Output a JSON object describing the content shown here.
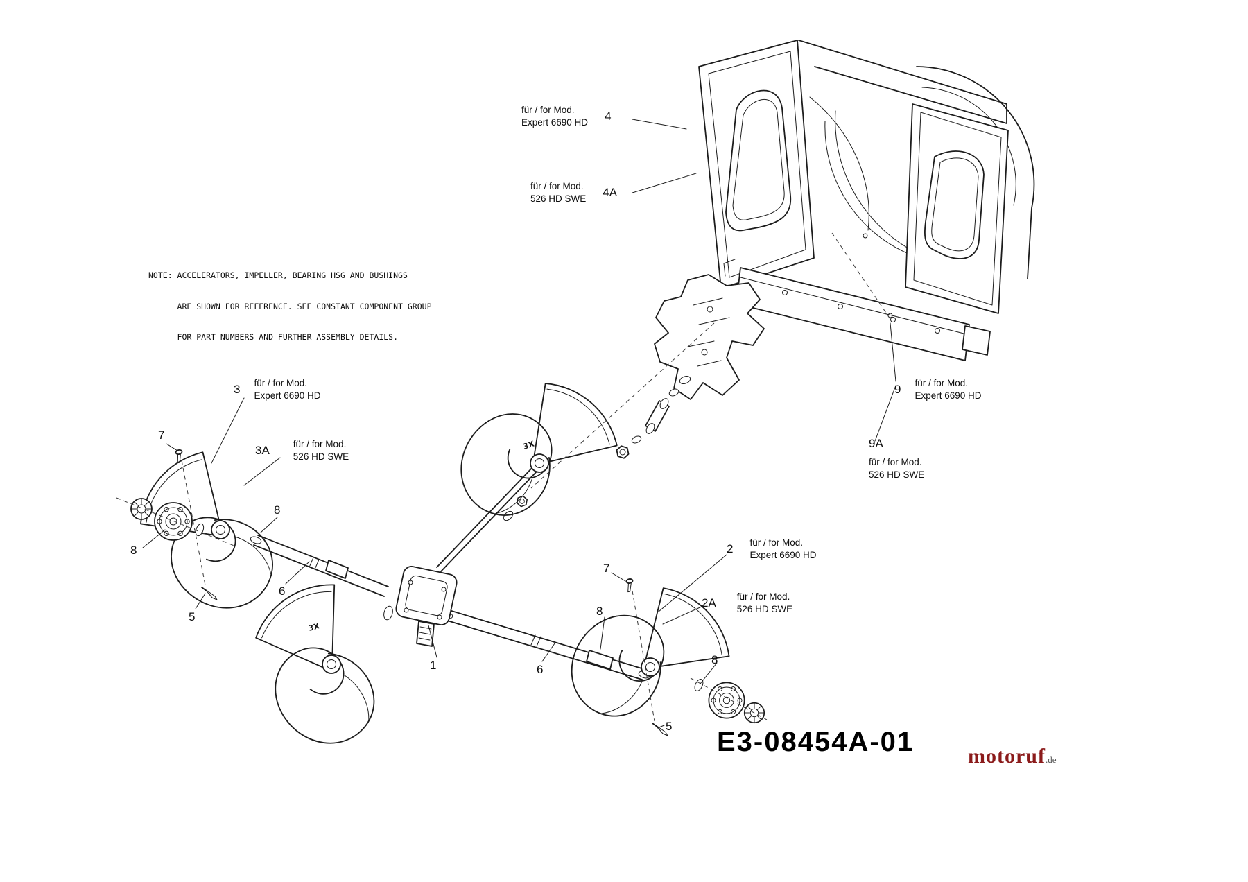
{
  "note": {
    "line1": "NOTE: ACCELERATORS, IMPELLER, BEARING HSG AND BUSHINGS",
    "line2": "      ARE SHOWN FOR REFERENCE. SEE CONSTANT COMPONENT GROUP",
    "line3": "      FOR PART NUMBERS AND FURTHER ASSEMBLY DETAILS."
  },
  "callouts": {
    "c4": {
      "num": "4",
      "mod1": "für / for Mod.",
      "mod2": "Expert 6690 HD"
    },
    "c4a": {
      "num": "4A",
      "mod1": "für / for Mod.",
      "mod2": "526 HD SWE"
    },
    "c3": {
      "num": "3",
      "mod1": "für / for Mod.",
      "mod2": "Expert 6690 HD"
    },
    "c3a": {
      "num": "3A",
      "mod1": "für / for Mod.",
      "mod2": "526 HD SWE"
    },
    "c9": {
      "num": "9",
      "mod1": "für / for Mod.",
      "mod2": "Expert 6690 HD"
    },
    "c9a": {
      "num": "9A",
      "mod1": "für / for Mod.",
      "mod2": "526 HD SWE"
    },
    "c2": {
      "num": "2",
      "mod1": "für / for Mod.",
      "mod2": "Expert 6690 HD"
    },
    "c2a": {
      "num": "2A",
      "mod1": "für / for Mod.",
      "mod2": "526 HD SWE"
    },
    "c1": {
      "num": "1"
    },
    "c5l": {
      "num": "5"
    },
    "c5r": {
      "num": "5"
    },
    "c6l": {
      "num": "6"
    },
    "c6r": {
      "num": "6"
    },
    "c7l": {
      "num": "7"
    },
    "c7r": {
      "num": "7"
    },
    "c8la": {
      "num": "8"
    },
    "c8lb": {
      "num": "8"
    },
    "c8ra": {
      "num": "8"
    },
    "c8rb": {
      "num": "8"
    }
  },
  "drawing": {
    "number": "E3-08454A-01",
    "mark1": "3X",
    "mark2": "3X"
  },
  "logo": {
    "main": "motoruf",
    "suffix": ".de"
  }
}
